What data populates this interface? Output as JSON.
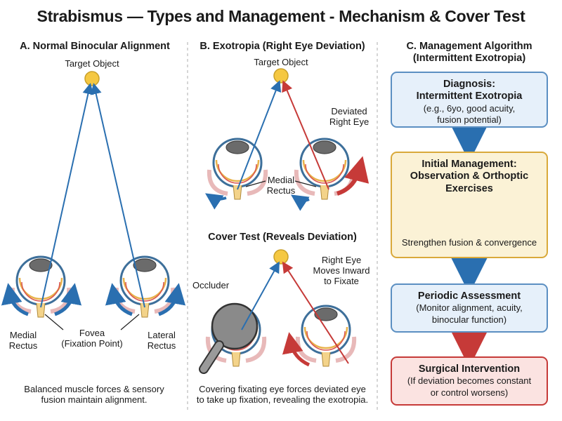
{
  "title": "Strabismus — Types and Management - Mechanism & Cover Test",
  "panel_a": {
    "heading": "A. Normal Binocular Alignment",
    "target": "Target Object",
    "medial_line1": "Medial",
    "medial_line2": "Rectus",
    "fovea_line1": "Fovea",
    "fovea_line2": "(Fixation Point)",
    "lateral_line1": "Lateral",
    "lateral_line2": "Rectus",
    "caption_line1": "Balanced muscle forces & sensory",
    "caption_line2": "fusion maintain alignment."
  },
  "panel_b": {
    "heading": "B. Exotropia (Right Eye Deviation)",
    "target": "Target Object",
    "deviated_line1": "Deviated",
    "deviated_line2": "Right Eye",
    "medial_line1": "Medial",
    "medial_line2": "Rectus",
    "cover_heading": "Cover Test (Reveals Deviation)",
    "moves_line1": "Right Eye",
    "moves_line2": "Moves Inward",
    "moves_line3": "to Fixate",
    "occluder": "Occluder",
    "caption_line1": "Covering fixating eye forces deviated eye",
    "caption_line2": "to take up fixation, revealing the exotropia."
  },
  "panel_c": {
    "heading_line1": "C. Management Algorithm",
    "heading_line2": "(Intermittent Exotropia)",
    "diagnosis_h1": "Diagnosis:",
    "diagnosis_h2": "Intermittent Exotropia",
    "diagnosis_b1": "(e.g., 6yo, good acuity,",
    "diagnosis_b2": "fusion potential)",
    "initial_h1": "Initial Management:",
    "initial_h2": "Observation & Orthoptic",
    "initial_h3": "Exercises",
    "initial_b1": "Strengthen fusion & convergence",
    "periodic_h1": "Periodic Assessment",
    "periodic_b1": "(Monitor alignment, acuity,",
    "periodic_b2": "binocular function)",
    "surgical_h1": "Surgical Intervention",
    "surgical_b1": "(If deviation becomes constant",
    "surgical_b2": "or control worsens)"
  },
  "colors": {
    "blue_arrow": "#2a6fb0",
    "red_arrow": "#c63a38",
    "target": "#f5c842",
    "box_blue": "#e6f0fa",
    "box_yellow": "#fbf2d6",
    "box_red": "#fbe3e1"
  }
}
